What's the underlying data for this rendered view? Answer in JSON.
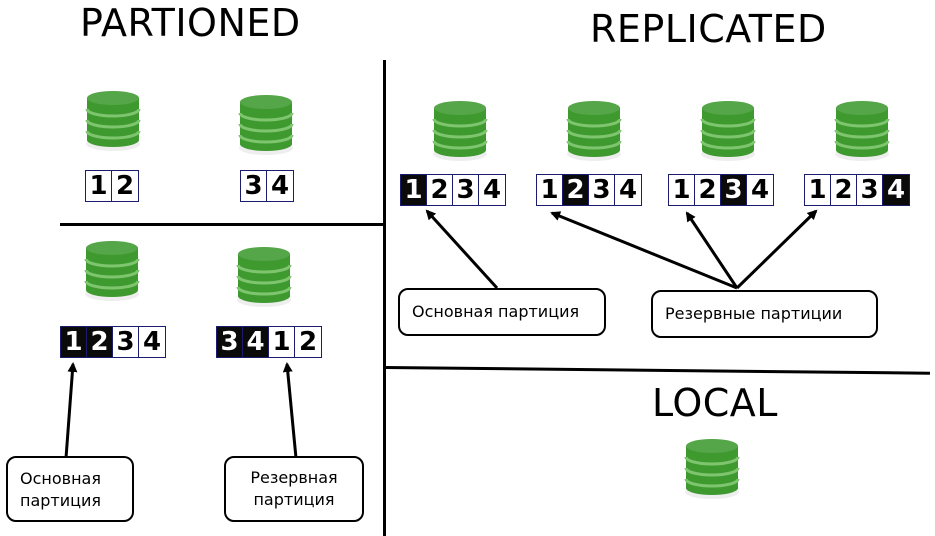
{
  "titles": {
    "partitioned": "PARTIONED",
    "replicated": "REPLICATED",
    "local": "LOCAL"
  },
  "partitioned_top": [
    {
      "cells": [
        "1",
        "2"
      ]
    },
    {
      "cells": [
        "3",
        "4"
      ]
    }
  ],
  "partitioned_bottom": [
    {
      "cells": [
        "1",
        "2",
        "3",
        "4"
      ],
      "roles": [
        "primary",
        "backup",
        "plain",
        "plain"
      ]
    },
    {
      "cells": [
        "3",
        "4",
        "1",
        "2"
      ],
      "roles": [
        "primary",
        "backup",
        "plain",
        "plain"
      ]
    }
  ],
  "replicated": [
    {
      "cells": [
        "1",
        "2",
        "3",
        "4"
      ],
      "roles": [
        "primary",
        "plain",
        "plain",
        "plain"
      ]
    },
    {
      "cells": [
        "1",
        "2",
        "3",
        "4"
      ],
      "roles": [
        "plain",
        "primary",
        "plain",
        "plain"
      ]
    },
    {
      "cells": [
        "1",
        "2",
        "3",
        "4"
      ],
      "roles": [
        "plain",
        "plain",
        "primary",
        "plain"
      ]
    },
    {
      "cells": [
        "1",
        "2",
        "3",
        "4"
      ],
      "roles": [
        "plain",
        "plain",
        "plain",
        "primary"
      ]
    }
  ],
  "callouts": {
    "replicated_primary": "Основная партиция",
    "replicated_backup": "Резервные партиции",
    "partitioned_primary": "Основная партиция",
    "partitioned_backup": "Резервная партиция"
  },
  "colors": {
    "db_green": "#3e9a2f",
    "db_light": "#7fc56f",
    "primary_cell": "#0a0a0a",
    "cell_border": "#1c1c6e"
  }
}
